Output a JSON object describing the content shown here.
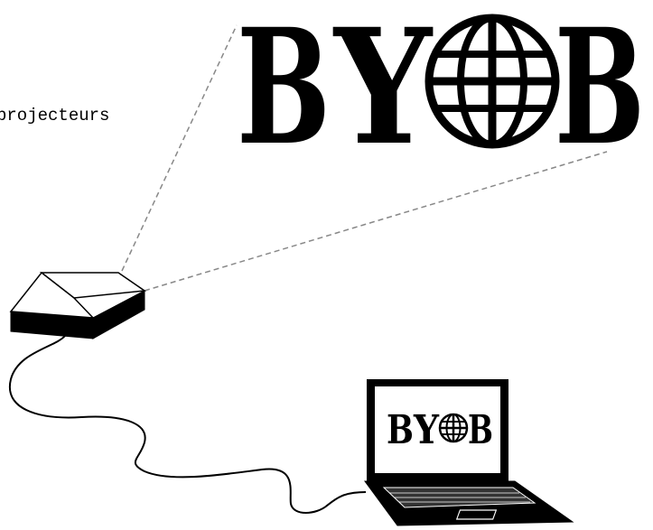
{
  "caption": {
    "text": "projecteurs"
  },
  "logo": {
    "letters": [
      "B",
      "Y",
      "B"
    ],
    "globe_icon": "globe-icon"
  },
  "laptop_logo": {
    "letters": [
      "B",
      "Y",
      "B"
    ],
    "globe_icon": "globe-icon"
  },
  "colors": {
    "ink": "#000000",
    "paper": "#ffffff",
    "beam": "#888888",
    "keyboard": "#333333"
  }
}
